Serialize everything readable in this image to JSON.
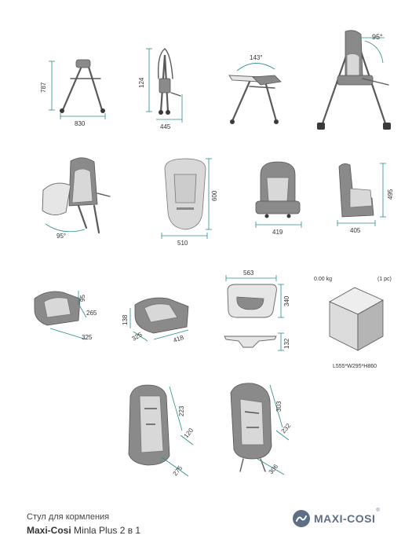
{
  "dimensions": {
    "height_open": "787",
    "width_open": "830",
    "height_folded": "124",
    "depth_folded": "445",
    "tray_angle": "143°",
    "back_angle": "95°",
    "leg_angle": "95°",
    "pad_height": "600",
    "pad_width": "510",
    "seat_width": "419",
    "seat_height": "495",
    "seat_depth": "405",
    "cushion_height": "95",
    "cushion_depth": "265",
    "cushion_width": "325",
    "base_height": "138",
    "base_depth": "325",
    "base_width": "418",
    "tray_width": "563",
    "tray_depth": "340",
    "tray_height": "132",
    "insert_height": "223",
    "insert_depth": "120",
    "insert_width": "275",
    "back_height": "303",
    "back_depth": "232",
    "back_width": "306"
  },
  "package": {
    "weight": "0.00 kg",
    "quantity": "(1 pc)",
    "size": "L555*W295*H860"
  },
  "footer": {
    "title": "Стул для кормления",
    "brand": "Maxi-Cosi",
    "model": "Minla Plus 2 в 1"
  },
  "brand": {
    "name": "MAXI-COSI",
    "reg": "®",
    "color": "#5f6e87"
  },
  "colors": {
    "dimension_line": "#2a8c8c",
    "frame": "#5a5a5a"
  }
}
